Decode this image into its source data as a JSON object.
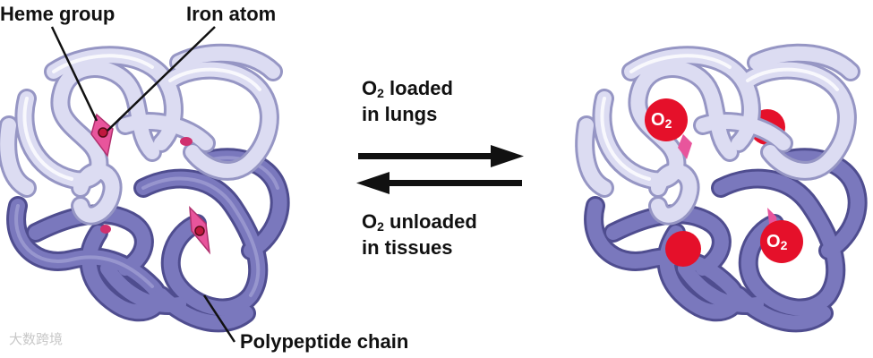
{
  "labels": {
    "heme_group": "Heme group",
    "iron_atom": "Iron atom",
    "polypeptide_chain": "Polypeptide chain",
    "loaded_line1_pre": "O",
    "loaded_line1_sub": "2",
    "loaded_line1_post": " loaded",
    "loaded_line2": "in lungs",
    "unloaded_line1_pre": "O",
    "unloaded_line1_sub": "2",
    "unloaded_line1_post": " unloaded",
    "unloaded_line2": "in tissues",
    "oxygen_marker_pre": "O",
    "oxygen_marker_sub": "2"
  },
  "watermark": "大数跨境",
  "colors": {
    "light_chain": "#dcdcf2",
    "light_chain_edge": "#9696c4",
    "dark_chain": "#7a78bd",
    "dark_chain_edge": "#4f4d8f",
    "heme": "#e8559c",
    "oxygen": "#e5102a",
    "arrow": "#111111"
  }
}
